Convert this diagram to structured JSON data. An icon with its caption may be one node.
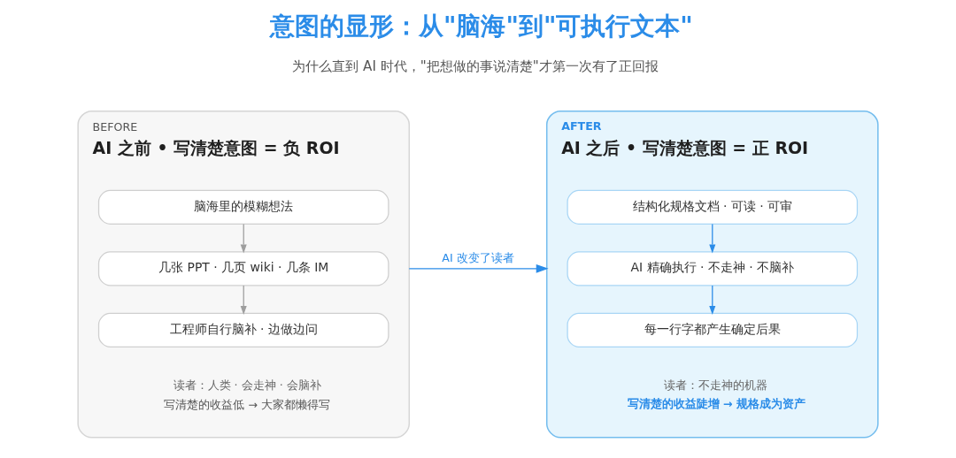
{
  "diagram": {
    "title": "意图的显形：从\"脑海\"到\"可执行文本\"",
    "nodes": [
      {
        "text": [
          "BEFORE",
          "AI 之前 • 写清楚意图 = 负 ROI",
          "读者：人类 · 会走神 · 会脑补",
          "写清楚的收益低 → 大家都懒得写"
        ]
      },
      {
        "text": [
          "脑海里的模糊想法"
        ],
        "in": 0
      },
      {
        "text": [
          "几张 PPT · 几页 wiki · 几条 IM"
        ],
        "in": 0
      },
      {
        "text": [
          "工程师自行脑补 · 边做边问"
        ],
        "in": 0
      },
      {
        "text": [
          "AFTER",
          "AI 之后 • 写清楚意图 = 正 ROI",
          "读者：不走神的机器",
          "写清楚的收益陡增 → 规格成为资产"
        ]
      },
      {
        "text": [
          "结构化规格文档 · 可读 · 可审"
        ],
        "in": 4
      },
      {
        "text": [
          "AI 精确执行 · 不走神 · 不脑补"
        ],
        "in": 4
      },
      {
        "text": [
          "每一行字都产生确定后果"
        ],
        "in": 4
      }
    ],
    "edges": [
      {
        "from": 1,
        "to": 2,
        "arrow": "to",
        "color": "#9e9e9e"
      },
      {
        "from": 2,
        "to": 3,
        "arrow": "to",
        "color": "#9e9e9e"
      },
      {
        "from": 0,
        "to": 4,
        "arrow": "to",
        "label": "AI 改变了读者"
      },
      {
        "from": 5,
        "to": 6,
        "arrow": "to"
      },
      {
        "from": 6,
        "to": 7,
        "arrow": "to"
      }
    ],
    "labels": [
      "为什么直到 AI 时代，\"把想做的事说清楚\"才第一次有了正回报"
    ]
  }
}
